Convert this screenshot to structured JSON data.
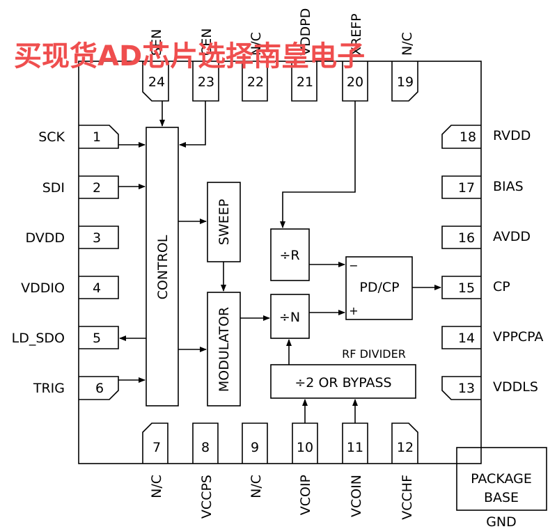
{
  "watermark": "买现货AD芯片选择南皇电子",
  "blocks": {
    "control": "CONTROL",
    "sweep": "SWEEP",
    "modulator": "MODULATOR",
    "div_r": "÷R",
    "div_n": "÷N",
    "pd_cp": "PD/CP",
    "pd_minus": "−",
    "pd_plus": "+",
    "rf_divider_label": "RF DIVIDER",
    "rf_divider": "÷2 OR BYPASS",
    "package_base": [
      "PACKAGE",
      "BASE"
    ],
    "gnd": "GND"
  },
  "pins": {
    "left": [
      {
        "num": "1",
        "name": "SCK"
      },
      {
        "num": "2",
        "name": "SDI"
      },
      {
        "num": "3",
        "name": "DVDD"
      },
      {
        "num": "4",
        "name": "VDDIO"
      },
      {
        "num": "5",
        "name": "LD_SDO"
      },
      {
        "num": "6",
        "name": "TRIG"
      }
    ],
    "right": [
      {
        "num": "18",
        "name": "RVDD"
      },
      {
        "num": "17",
        "name": "BIAS"
      },
      {
        "num": "16",
        "name": "AVDD"
      },
      {
        "num": "15",
        "name": "CP"
      },
      {
        "num": "14",
        "name": "VPPCPA"
      },
      {
        "num": "13",
        "name": "VDDLS"
      }
    ],
    "top": [
      {
        "num": "24",
        "name": "SEN"
      },
      {
        "num": "23",
        "name": "CEN"
      },
      {
        "num": "22",
        "name": "N/C"
      },
      {
        "num": "21",
        "name": "VDDPD"
      },
      {
        "num": "20",
        "name": "XREFP"
      },
      {
        "num": "19",
        "name": "N/C"
      }
    ],
    "bottom": [
      {
        "num": "7",
        "name": "N/C"
      },
      {
        "num": "8",
        "name": "VCCPS"
      },
      {
        "num": "9",
        "name": "N/C"
      },
      {
        "num": "10",
        "name": "VCOIP"
      },
      {
        "num": "11",
        "name": "VCOIN"
      },
      {
        "num": "12",
        "name": "VCCHF"
      }
    ]
  }
}
